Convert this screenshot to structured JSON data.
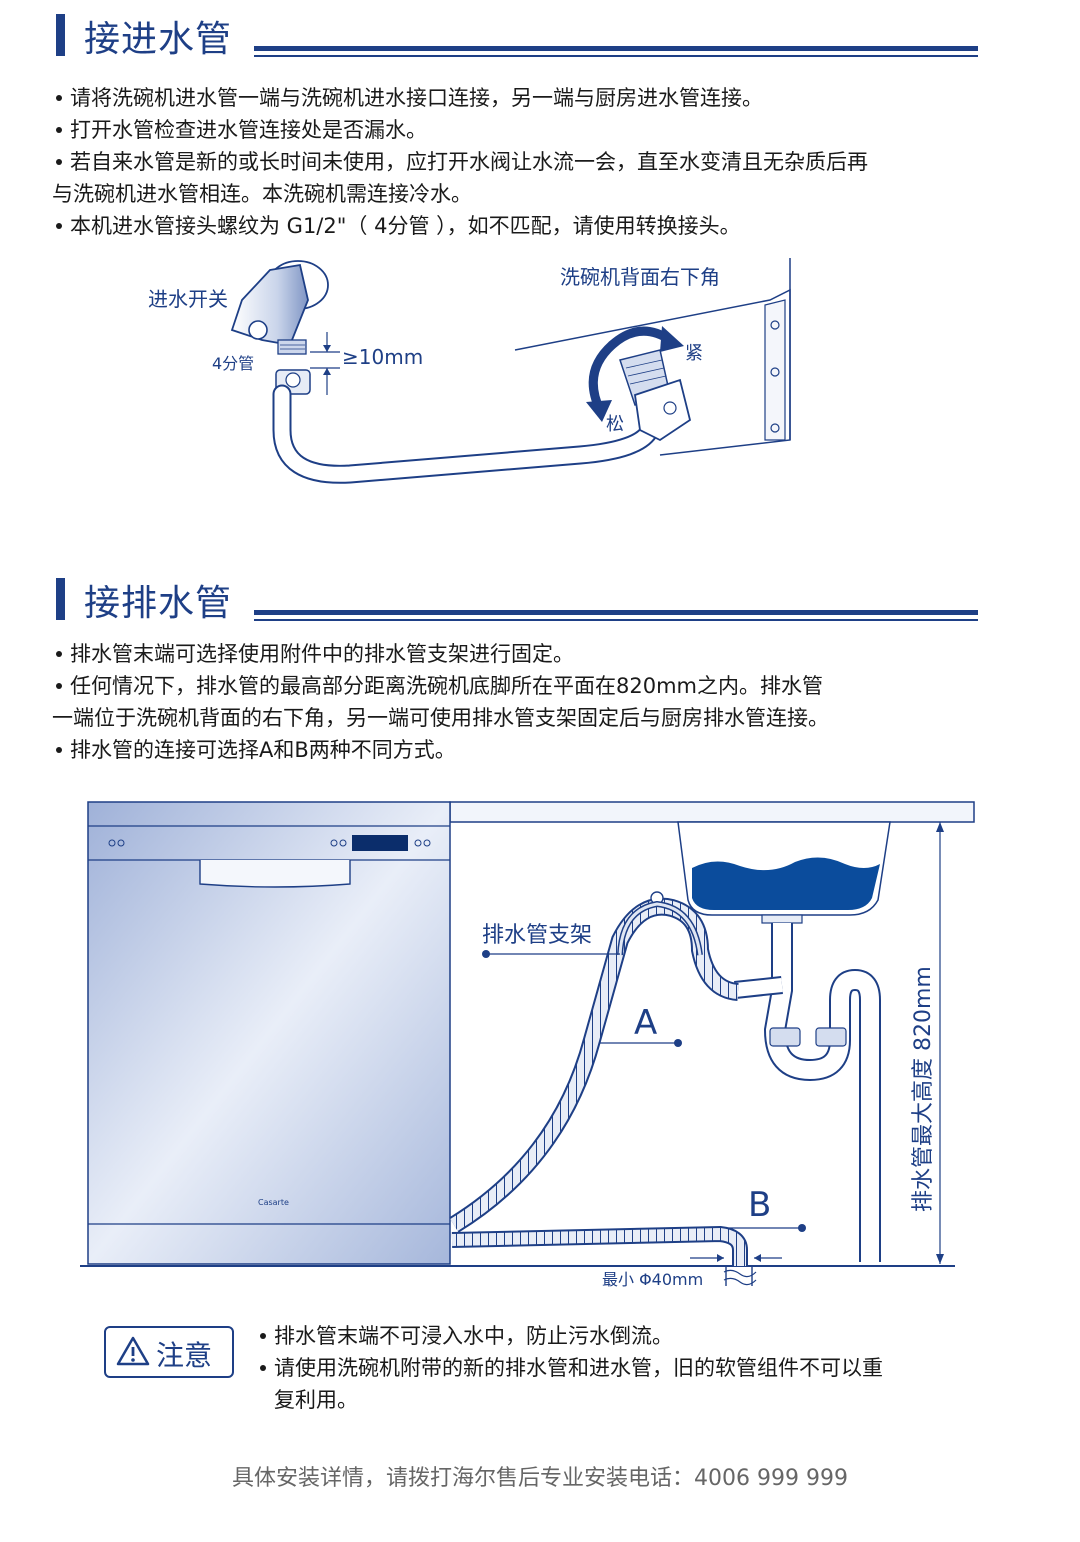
{
  "section_inlet": {
    "title": "接进水管",
    "bullets": [
      "请将洗碗机进水管一端与洗碗机进水接口连接，另一端与厨房进水管连接。",
      "打开水管检查进水管连接处是否漏水。",
      "若自来水管是新的或长时间未使用，应打开水阀让水流一会，直至水变清且无杂质后再",
      "与洗碗机进水管相连。本洗碗机需连接冷水。",
      "本机进水管接头螺纹为 G1/2\"（ 4分管 ），如不匹配，请使用转换接头。"
    ],
    "diagram": {
      "valve_label": "进水开关",
      "thread_label": "4分管",
      "gap_label": "≥10mm",
      "corner_label": "洗碗机背面右下角",
      "tighten_label": "紧",
      "loosen_label": "松"
    }
  },
  "section_drain": {
    "title": "接排水管",
    "bullets": [
      "排水管末端可选择使用附件中的排水管支架进行固定。",
      "任何情况下，排水管的最高部分距离洗碗机底脚所在平面在820mm之内。排水管",
      "一端位于洗碗机背面的右下角，另一端可使用排水管支架固定后与厨房排水管连接。",
      "排水管的连接可选择A和B两种不同方式。"
    ],
    "diagram": {
      "bracket_label": "排水管支架",
      "option_a": "A",
      "option_b": "B",
      "min_dia_label": "最小 Φ40mm",
      "max_height_label": "排水管最大高度 820mm",
      "brand": "Casarte"
    }
  },
  "notice": {
    "label": "注意",
    "items": [
      "排水管末端不可浸入水中，防止污水倒流。",
      "请使用洗碗机附带的新的排水管和进水管，旧的软管组件不可以重",
      "复利用。"
    ]
  },
  "footer": "具体安装详情，请拨打海尔售后专业安装电话：4006 999 999",
  "colors": {
    "brand_blue": "#1e3f86",
    "water_blue": "#0b4c9c",
    "text": "#1a1a1a"
  }
}
